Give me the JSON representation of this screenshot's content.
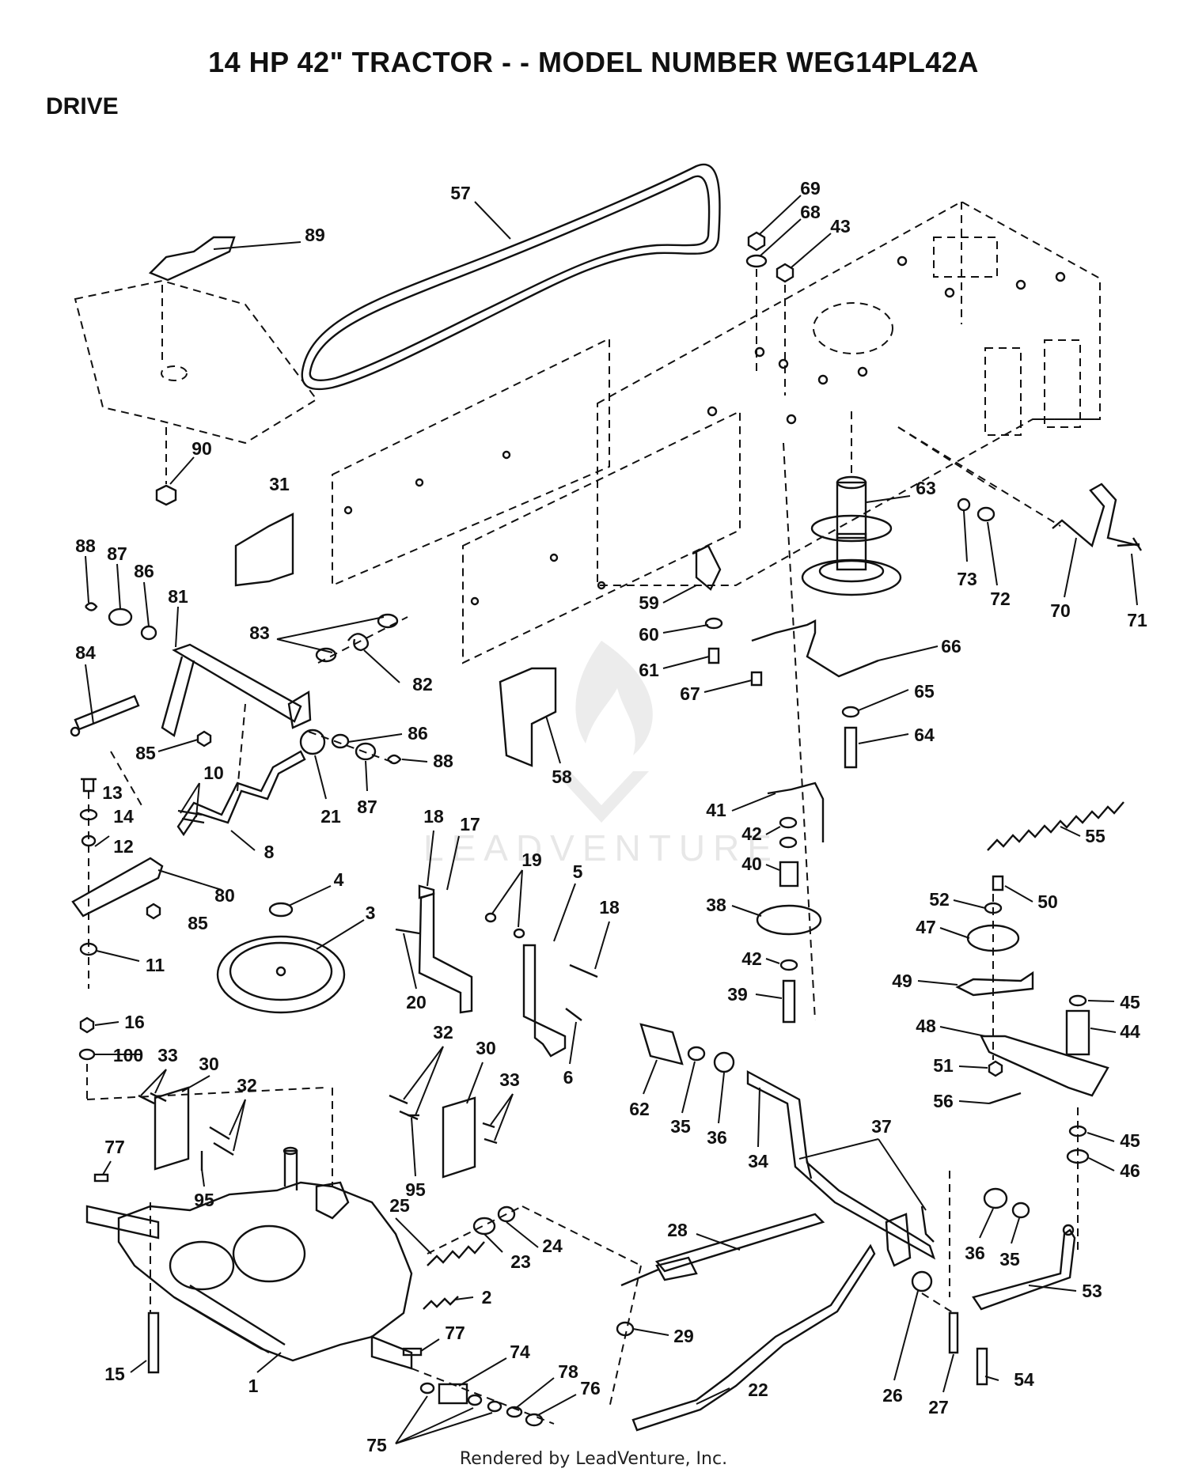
{
  "title": "14 HP 42\" TRACTOR - - MODEL NUMBER WEG14PL42A",
  "section": "DRIVE",
  "footer": "Rendered by LeadVenture, Inc.",
  "watermark": "LEADVENTURE",
  "callouts": {
    "c57": "57",
    "c69": "69",
    "c68": "68",
    "c43": "43",
    "c89": "89",
    "c90": "90",
    "c31": "31",
    "c63": "63",
    "c73": "73",
    "c72": "72",
    "c70": "70",
    "c71": "71",
    "c88a": "88",
    "c87a": "87",
    "c86a": "86",
    "c81": "81",
    "c83": "83",
    "c82": "82",
    "c84": "84",
    "c85a": "85",
    "c86b": "86",
    "c88b": "88",
    "c87b": "87",
    "c21": "21",
    "c10": "10",
    "c8": "8",
    "c13": "13",
    "c14": "14",
    "c12": "12",
    "c80": "80",
    "c85b": "85",
    "c11": "11",
    "c4": "4",
    "c3": "3",
    "c59": "59",
    "c60": "60",
    "c61": "61",
    "c67": "67",
    "c66": "66",
    "c65": "65",
    "c64": "64",
    "c58": "58",
    "c41": "41",
    "c42a": "42",
    "c40": "40",
    "c38": "38",
    "c42b": "42",
    "c39": "39",
    "c55": "55",
    "c52": "52",
    "c50": "50",
    "c47": "47",
    "c49": "49",
    "c48": "48",
    "c45a": "45",
    "c44": "44",
    "c51": "51",
    "c56": "56",
    "c45b": "45",
    "c46": "46",
    "c18a": "18",
    "c17": "17",
    "c19": "19",
    "c5": "5",
    "c18b": "18",
    "c20": "20",
    "c6": "6",
    "c16": "16",
    "c100": "100",
    "c33a": "33",
    "c30a": "30",
    "c32a": "32",
    "c95a": "95",
    "c77a": "77",
    "c32b": "32",
    "c30b": "30",
    "c33b": "33",
    "c95b": "95",
    "c62": "62",
    "c35a": "35",
    "c36a": "36",
    "c34": "34",
    "c37": "37",
    "c36b": "36",
    "c35b": "35",
    "c53": "53",
    "c25": "25",
    "c23": "23",
    "c24": "24",
    "c2": "2",
    "c28": "28",
    "c29": "29",
    "c26": "26",
    "c27": "27",
    "c54": "54",
    "c22": "22",
    "c77b": "77",
    "c74": "74",
    "c78": "78",
    "c76": "76",
    "c75": "75",
    "c15": "15",
    "c1": "1"
  }
}
